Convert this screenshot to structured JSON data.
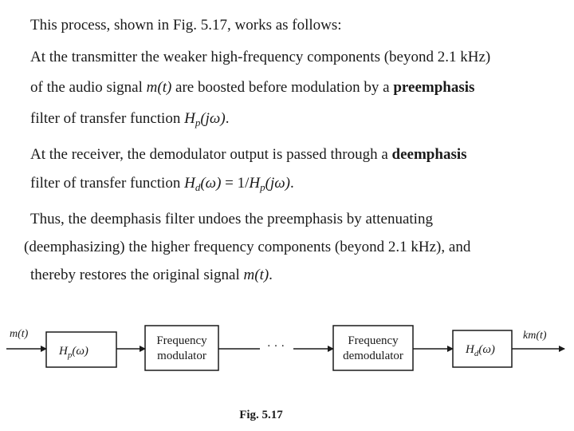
{
  "paragraph1": {
    "line1": {
      "pre": "This process, shown in ",
      "figref": "Fig. 5.17",
      "post": ", works as follows:"
    },
    "line2": "At the transmitter the weaker high-frequency components (beyond 2.1 kHz)",
    "line3": {
      "pre": "of the audio signal ",
      "signal": "m(t)",
      "mid": " are boosted before modulation by a ",
      "term": "preemphasis"
    },
    "line4": {
      "pre": "filter of transfer function ",
      "H": "H",
      "sub": "p",
      "arg": "(jω)",
      "post": "."
    }
  },
  "paragraph2": {
    "line1": {
      "pre": "At the receiver, the demodulator output is passed through a ",
      "term": "deemphasis"
    },
    "line2": {
      "pre": "filter of transfer function ",
      "Hd": "H",
      "subd": "d",
      "argd": "(ω)",
      "eq": " = 1/",
      "Hp": "H",
      "subp": "p",
      "argp": "(jω)",
      "post": "."
    }
  },
  "paragraph3": {
    "line1": "Thus, the deemphasis filter undoes the preemphasis by attenuating",
    "line2": "(deemphasizing) the higher frequency components (beyond 2.1 kHz), and",
    "line3": {
      "pre": "thereby restores the original signal ",
      "signal": "m(t)",
      "post": "."
    }
  },
  "diagram": {
    "input_label": "m(t)",
    "preemphasis": {
      "H": "H",
      "sub": "p",
      "arg": "(ω)"
    },
    "modulator": {
      "line1": "Frequency",
      "line2": "modulator"
    },
    "dots": "· · ·",
    "demodulator": {
      "line1": "Frequency",
      "line2": "demodulator"
    },
    "deemphasis": {
      "H": "H",
      "sub": "d",
      "arg": "(ω)"
    },
    "output_label": "km(t)"
  },
  "caption": "Fig. 5.17"
}
